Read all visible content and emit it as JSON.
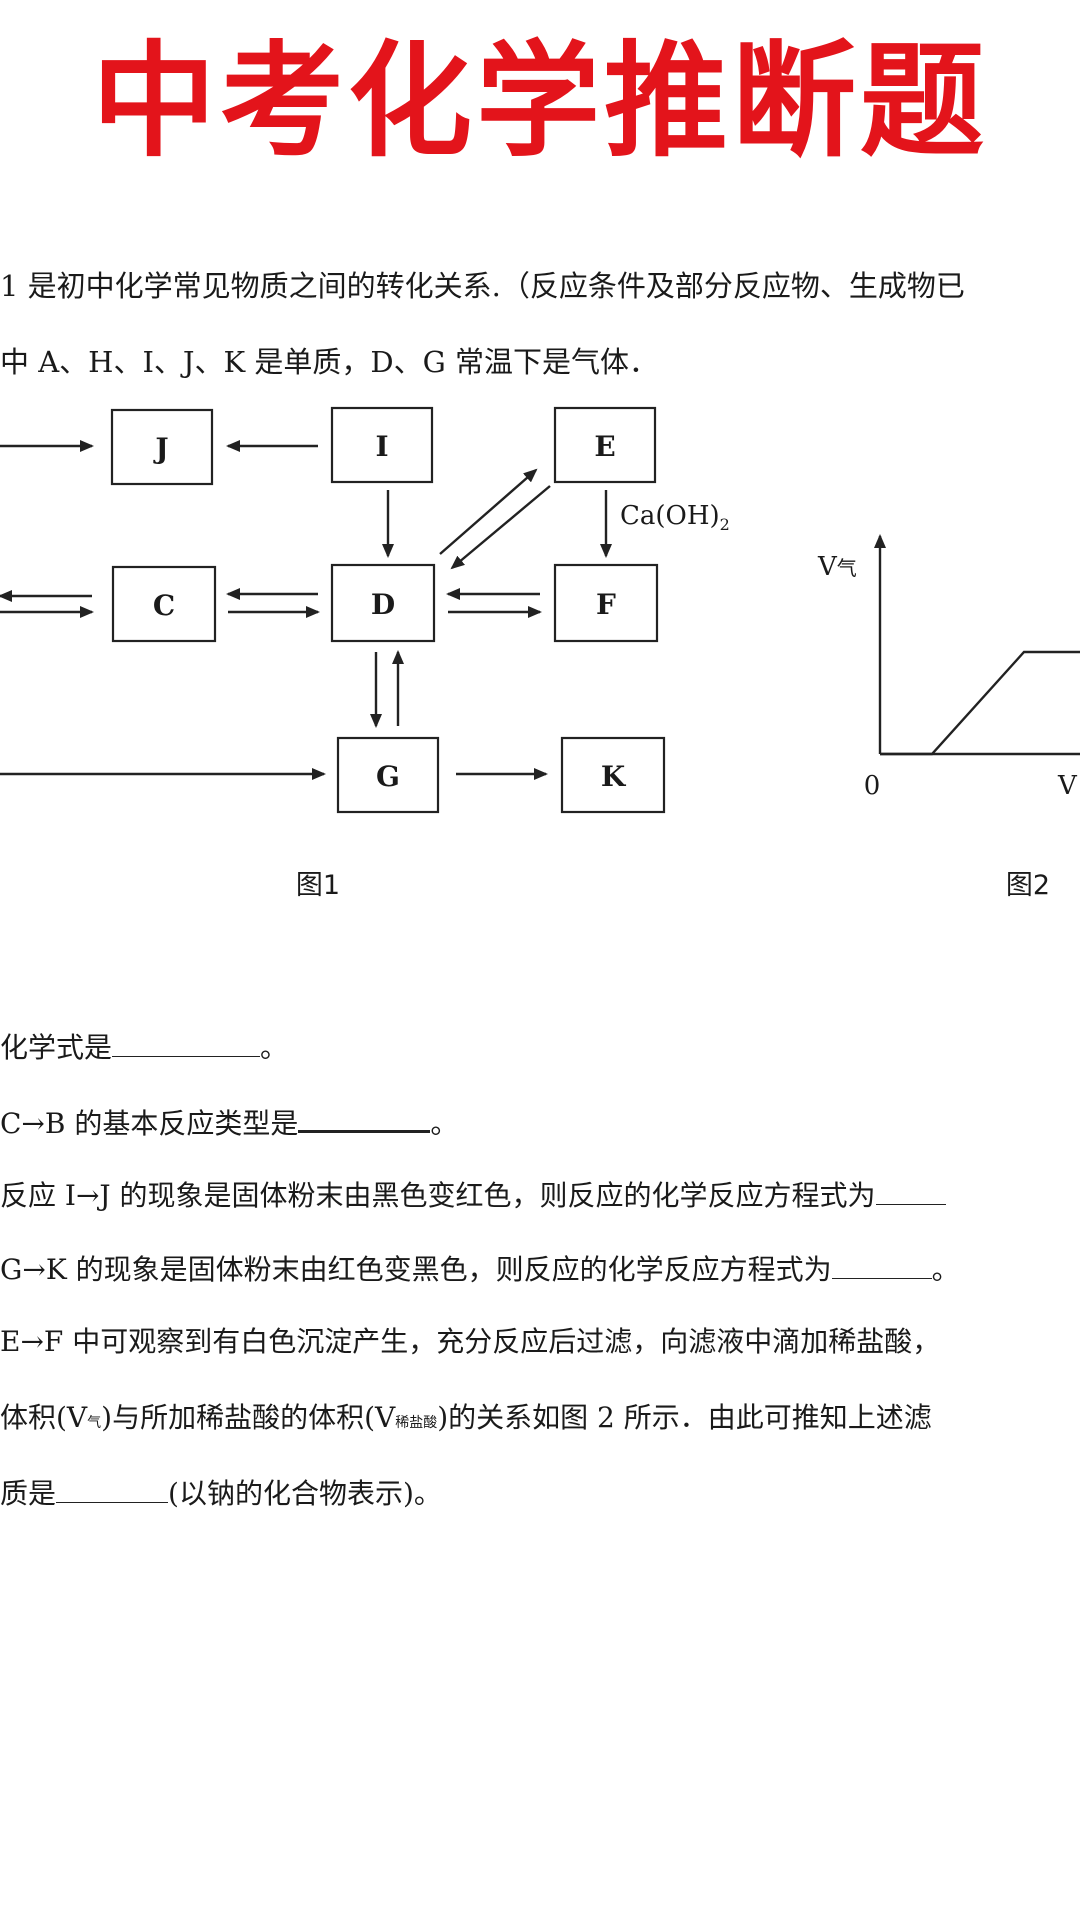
{
  "title": "中考化学推断题",
  "intro": {
    "line1": "1 是初中化学常见物质之间的转化关系.（反应条件及部分反应物、生成物已",
    "line2": "中 A、H、I、J、K 是单质，D、G 常温下是气体．"
  },
  "figure1": {
    "caption": "图1",
    "nodes": {
      "J": "J",
      "I": "I",
      "E": "E",
      "C": "C",
      "D": "D",
      "F": "F",
      "G": "G",
      "K": "K"
    },
    "reagent_label": "Ca(OH)",
    "reagent_sub": "2"
  },
  "figure2": {
    "caption": "图2",
    "y_axis_label": "V",
    "y_axis_sub": "气",
    "origin_label": "0",
    "x_axis_label": "V"
  },
  "questions": [
    {
      "pre": "化学式是",
      "post": "。"
    },
    {
      "pre": "C→B 的基本反应类型是",
      "post": "。"
    },
    {
      "pre": "反应 I→J 的现象是固体粉末由黑色变红色，则反应的化学反应方程式为",
      "post": ""
    },
    {
      "pre": "G→K 的现象是固体粉末由红色变黑色，则反应的化学反应方程式为",
      "post": "。"
    },
    {
      "pre": "E→F 中可观察到有白色沉淀产生，充分反应后过滤，向滤液中滴加稀盐酸，"
    },
    {
      "pre": "体积(V",
      "sub1": "气",
      "mid": ")与所加稀盐酸的体积(V",
      "sub2": "稀盐酸",
      "post": ")的关系如图 2 所示．由此可推知上述滤"
    },
    {
      "pre": "质是",
      "post": "(以钠的化合物表示)。"
    }
  ]
}
